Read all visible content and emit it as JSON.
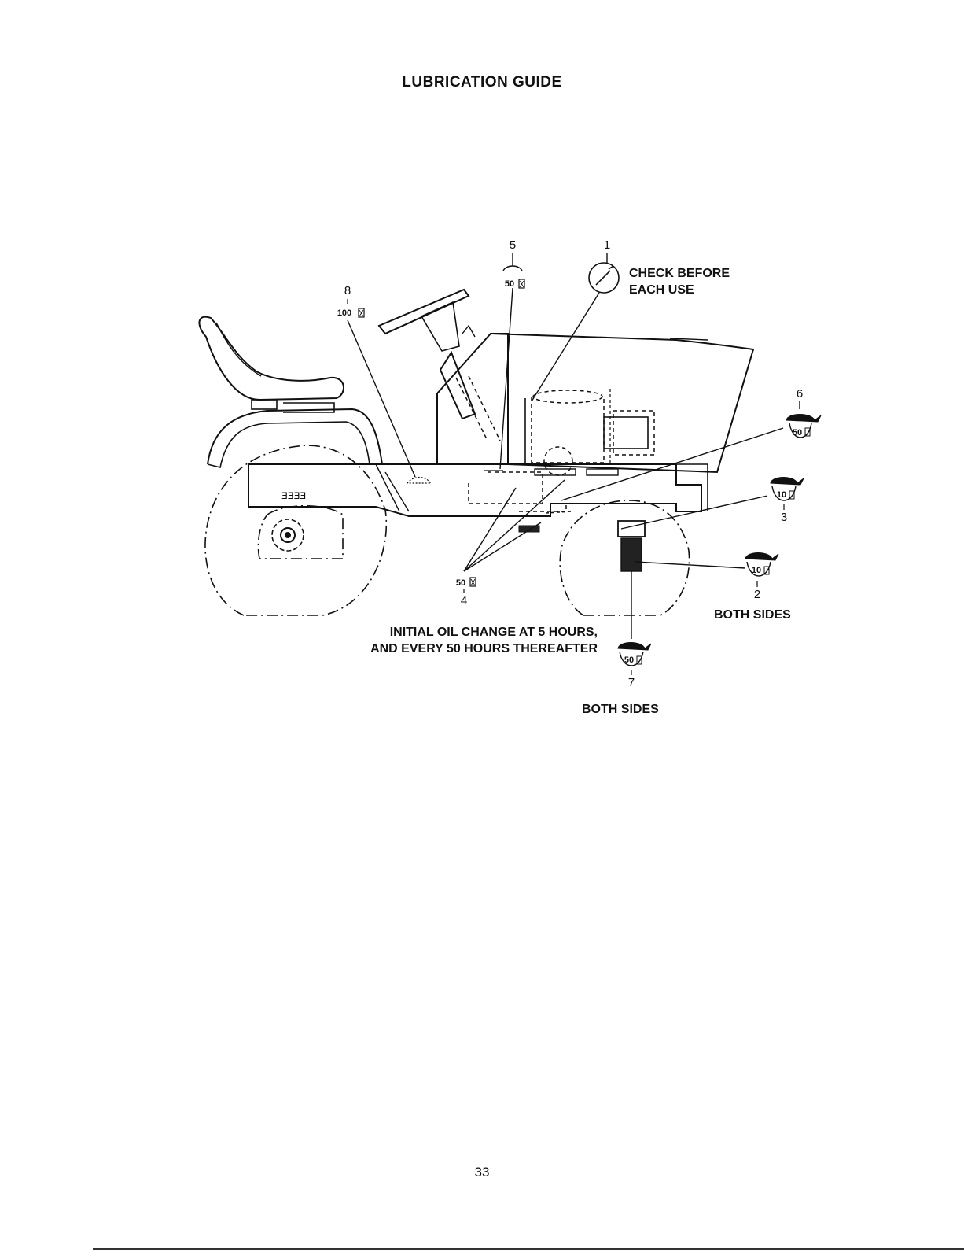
{
  "title": "LUBRICATION GUIDE",
  "page_number": "33",
  "colors": {
    "ink": "#111111",
    "paper": "#ffffff"
  },
  "notes": {
    "check_before_line1": "CHECK BEFORE",
    "check_before_line2": "EACH USE",
    "initial_oil_line1": "INITIAL OIL CHANGE AT 5 HOURS,",
    "initial_oil_line2": "AND EVERY 50 HOURS THEREAFTER",
    "both_sides_2": "BOTH SIDES",
    "both_sides_7": "BOTH SIDES"
  },
  "callouts": [
    {
      "number": "1",
      "icon": "dipstick-gauge-icon"
    },
    {
      "number": "2",
      "interval": "10",
      "icon": "oil-can-icon"
    },
    {
      "number": "3",
      "interval": "10",
      "icon": "oil-can-icon"
    },
    {
      "number": "4",
      "interval": "50",
      "icon": "hourglass-icon"
    },
    {
      "number": "5",
      "interval": "50",
      "icon": "hourglass-icon"
    },
    {
      "number": "6",
      "interval": "50",
      "icon": "oil-can-icon"
    },
    {
      "number": "7",
      "interval": "50",
      "icon": "oil-can-icon"
    },
    {
      "number": "8",
      "interval": "100",
      "icon": "hourglass-icon"
    }
  ]
}
